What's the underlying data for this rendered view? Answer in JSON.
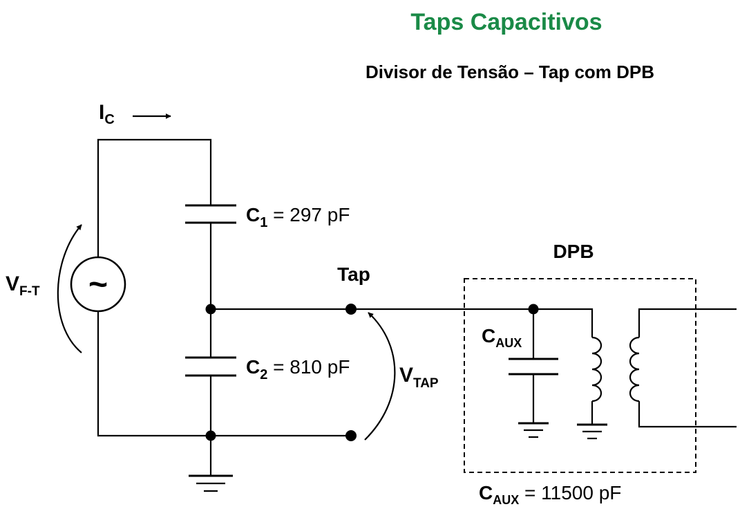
{
  "title": "Taps Capacitivos",
  "subtitle": "Divisor de Tensão – Tap com DPB",
  "colors": {
    "title": "#1a8a47",
    "line": "#000000"
  },
  "current": {
    "main": "I",
    "sub": "C"
  },
  "source": {
    "main": "V",
    "sub": "F-T",
    "symbol": "~"
  },
  "c1": {
    "main": "C",
    "sub": "1",
    "value": " = 297 pF"
  },
  "c2": {
    "main": "C",
    "sub": "2",
    "value": " = 810 pF"
  },
  "tap": {
    "label": "Tap"
  },
  "vtap": {
    "main": "V",
    "sub": "TAP"
  },
  "dpb": {
    "label": "DPB"
  },
  "caux": {
    "main": "C",
    "sub": "AUX"
  },
  "caux_value": {
    "main": "C",
    "sub": "AUX",
    "value": " = 11500 pF"
  }
}
